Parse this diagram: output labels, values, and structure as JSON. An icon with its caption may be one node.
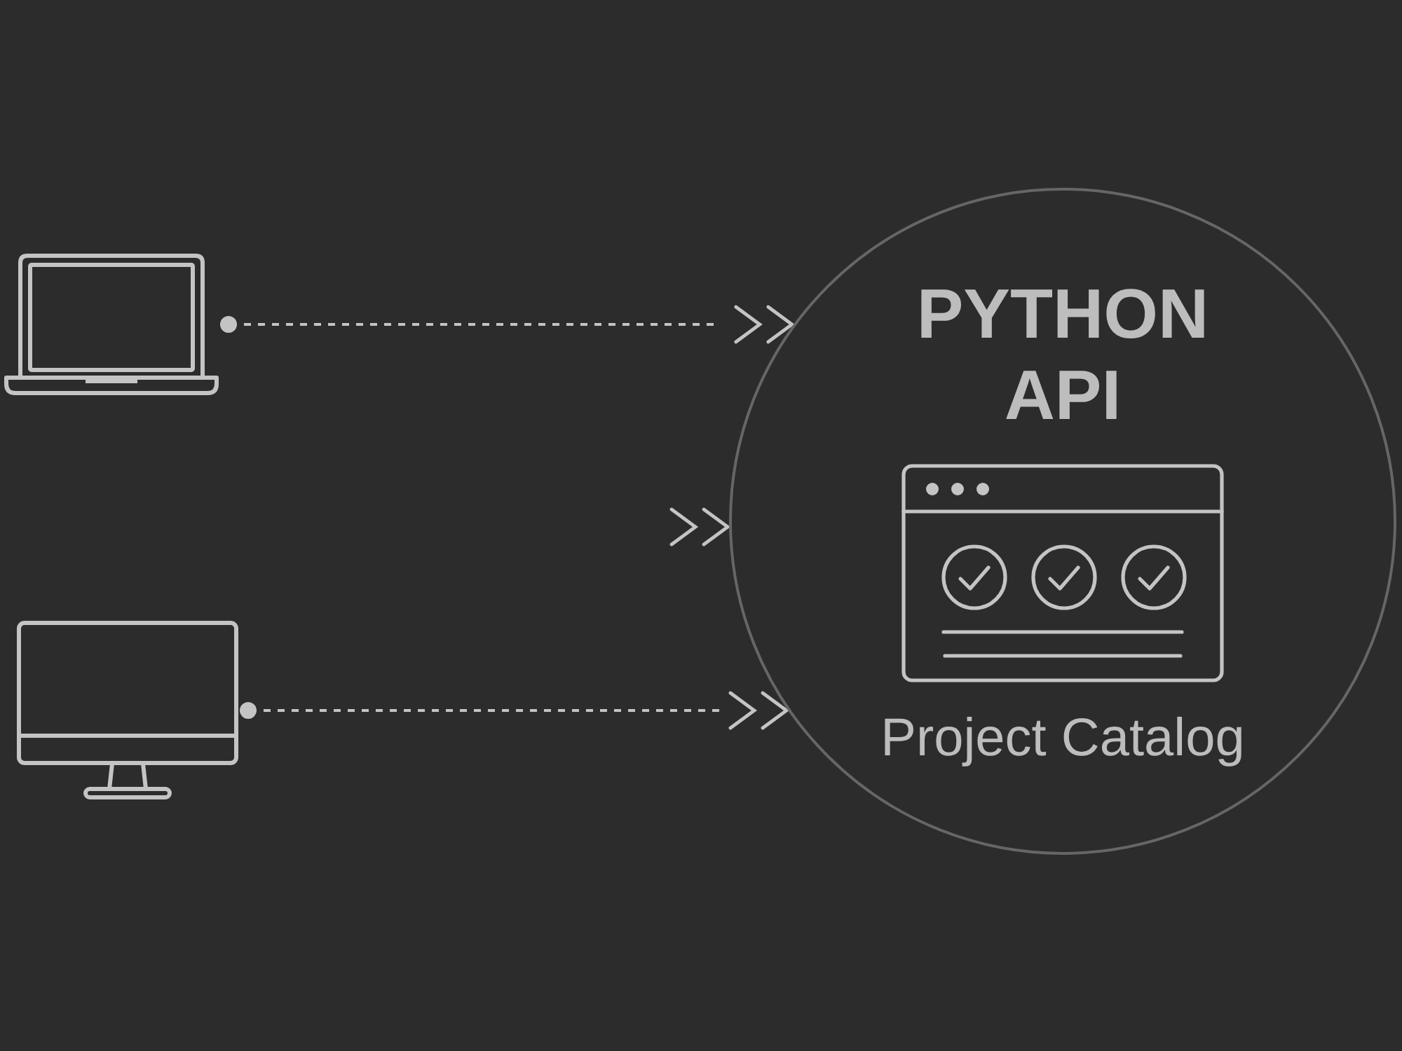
{
  "diagram": {
    "nodes": [
      {
        "text": [],
        "shape": "laptop"
      },
      {
        "text": [],
        "shape": "monitor"
      },
      {
        "text": [
          "PYTHON API",
          "Project Catalog"
        ]
      }
    ],
    "edges": [
      {
        "from": 0,
        "to": 2,
        "arrow": "to",
        "style": "dashed"
      },
      {
        "from": 1,
        "to": 2,
        "arrow": "to",
        "style": "dashed"
      },
      {
        "from": null,
        "to": 2,
        "arrow": "to"
      }
    ]
  }
}
